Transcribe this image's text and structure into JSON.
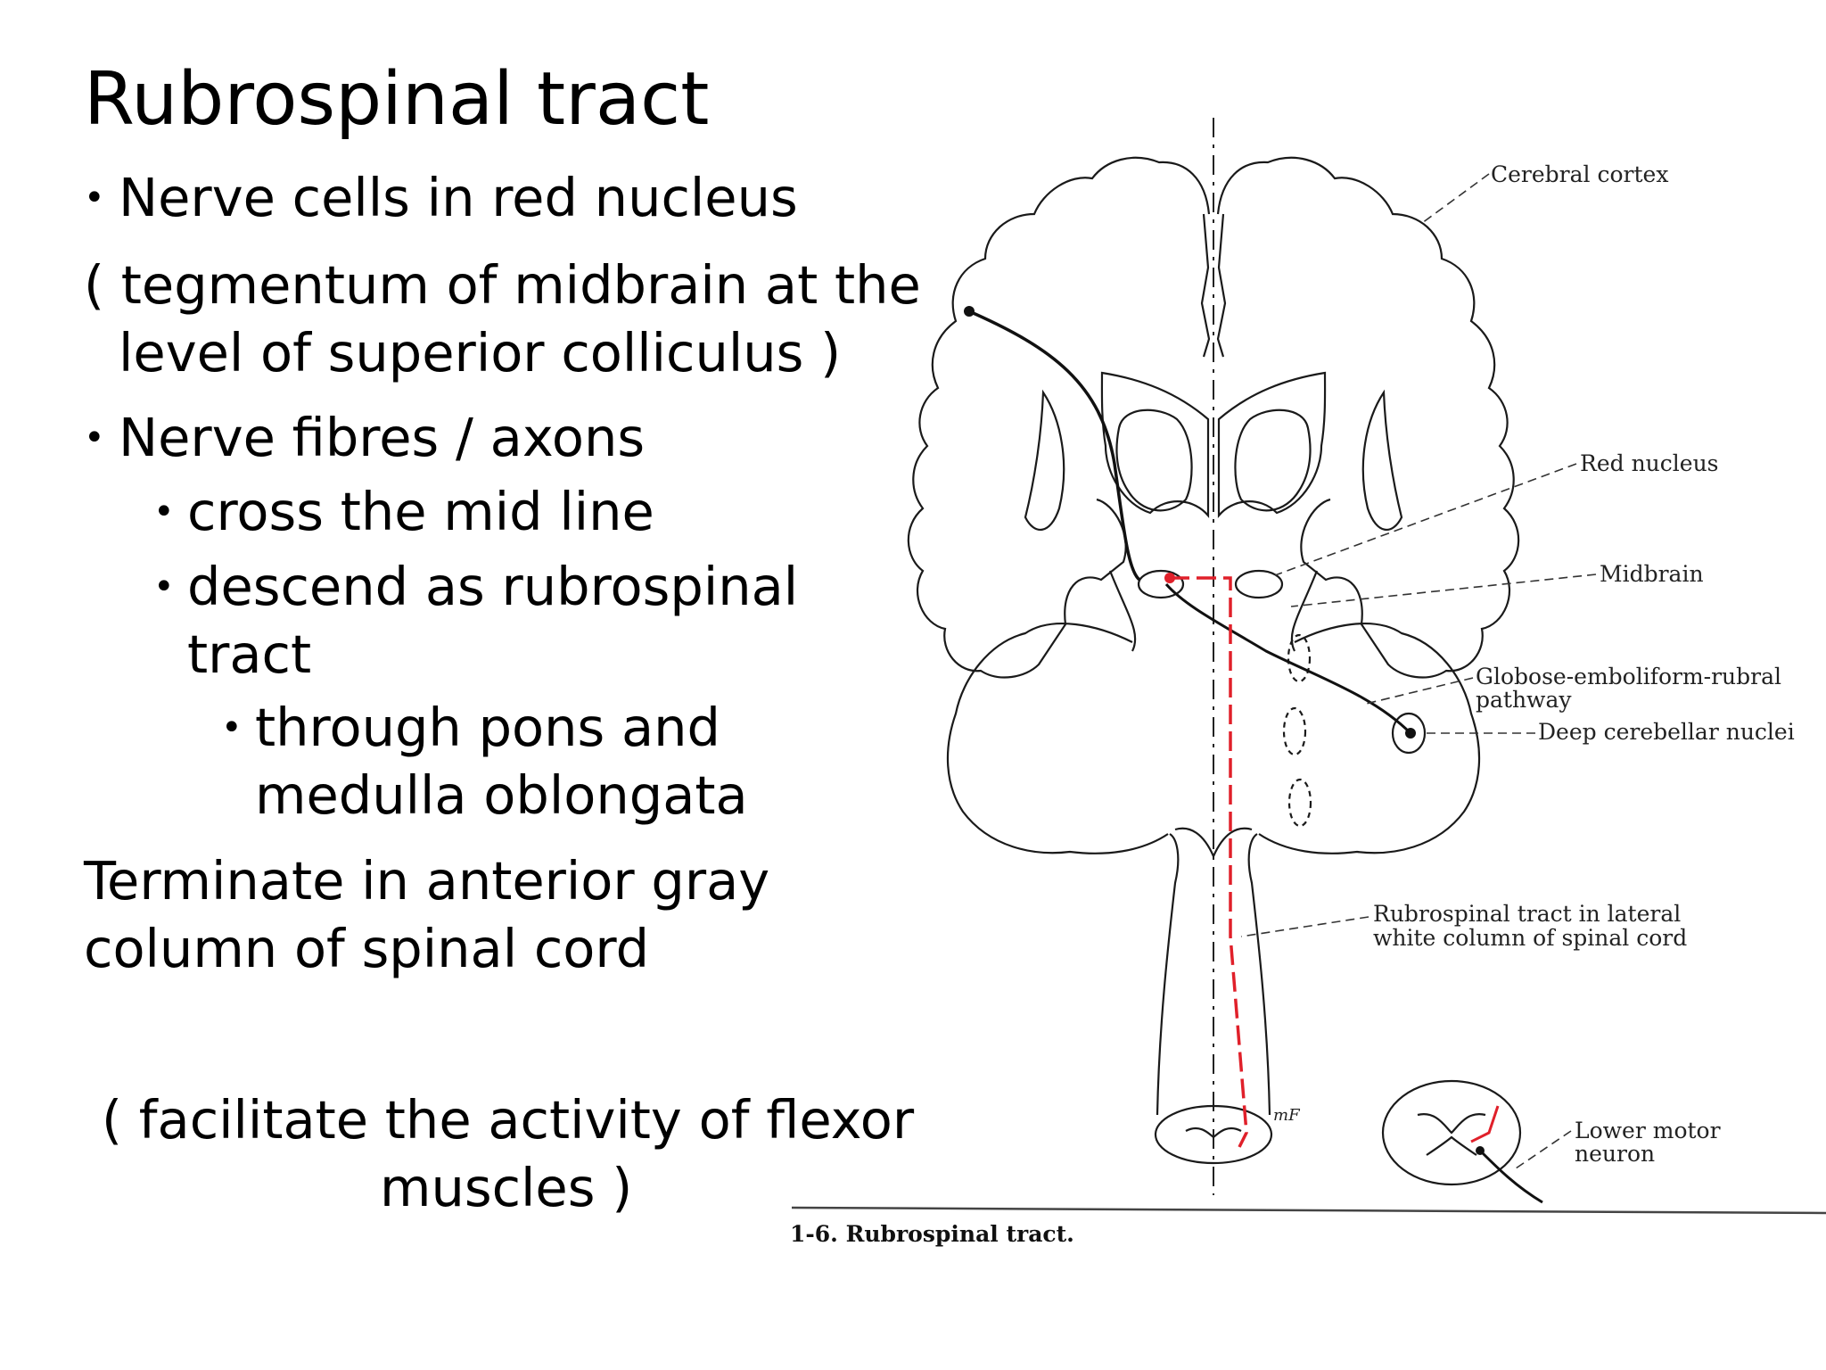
{
  "slide": {
    "title": "Rubrospinal tract",
    "bullet1": "Nerve cells in red nucleus",
    "paren1_line1": "( tegmentum of midbrain at the",
    "paren1_line2": "level of superior colliculus )",
    "bullet2": "Nerve fibres / axons",
    "sub1": "cross the mid line",
    "sub2_line1": "descend as rubrospinal",
    "sub2_line2": "tract",
    "subsub1_line1": "through pons and",
    "subsub1_line2": "medulla oblongata",
    "terminate_line1": "Terminate in anterior gray",
    "terminate_line2": "column of spinal cord",
    "facilitate_line1": "( facilitate the activity of flexor",
    "facilitate_line2": "muscles )"
  },
  "diagram": {
    "labels": {
      "cerebral_cortex": "Cerebral cortex",
      "red_nucleus": "Red nucleus",
      "midbrain": "Midbrain",
      "globose_line1": "Globose-emboliform-rubral",
      "globose_line2": "pathway",
      "deep_cerebellar": "Deep cerebellar nuclei",
      "rubrospinal_line1": "Rubrospinal tract in lateral",
      "rubrospinal_line2": "white column of spinal cord",
      "lower_motor_line1": "Lower motor",
      "lower_motor_line2": "neuron",
      "cord_mark": "mF"
    },
    "caption": "1-6. Rubrospinal tract."
  },
  "colors": {
    "tract_red": "#e0202a",
    "outline": "#1a1a1a"
  }
}
